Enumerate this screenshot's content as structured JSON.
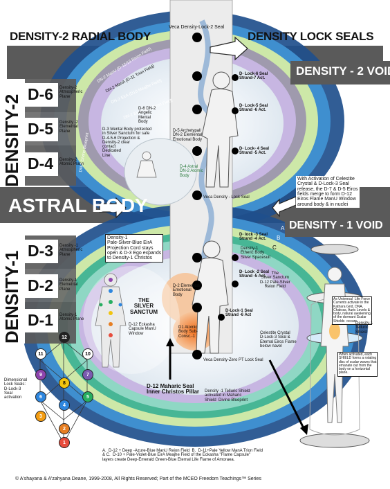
{
  "header": {
    "left_title": "DENSITY-2 RADIAL BODY",
    "right_title": "DENSITY LOCK SEALS",
    "top_seal": "Veca Density-Lock-2 Seal"
  },
  "bars": {
    "void2": "DENSITY - 2 VOID",
    "void1": "DENSITY - 1 VOID",
    "astral": "ASTRAL BODY"
  },
  "density_labels": {
    "d2_vertical": "DENSITY-2",
    "d1_vertical": "DENSITY-1"
  },
  "rows": {
    "d6": "D-6",
    "d5": "D-5",
    "d4": "D-4",
    "d3": "D-3",
    "d2": "D-2",
    "d1": "D-1"
  },
  "planes": {
    "d6": "Density-2\nAtmospheric\nPlane",
    "d5": "Density -2\nElemental\nPlane",
    "d4": "Density-2\nAtomic Plane",
    "d3": "Density -1\nAtmospheric\nPlane",
    "d2": "Density-1\nElemental\nPlane",
    "d1": "Density-1\nAtomic Plane"
  },
  "arcs": {
    "a1": "DN-2 Divine Blueprint",
    "a2": "DN-2 ManU (D-12/13 Reion Field)",
    "a3": "DN-2 ManA (D-11 Trion Field)",
    "a4": "DN-2 EirA (D10 Meajhe Field)",
    "a5": "DN-2 Eiros (D-7 Eiron Field)"
  },
  "seals": {
    "lock6": "D- Lock-6 Seal\nStrand-7 Act.",
    "lock5": "D- Lock-5 Seal\nStrand -6 Act.",
    "lock4": "D- Lock- 4 Seal\nStrand -5 Act.",
    "lock3": "D- lock -3 Seal\nStrand -4 Act.",
    "lock2": "D- Lock -2 Seal\nStrand -5 Act.",
    "lock1": "D-Lock-1 Seal\nStrand -6 Act",
    "veca_lock": "Veca Density - Lock Seal",
    "veca_zero": "Veca Density-Zero PT Lock Seal"
  },
  "notes": {
    "angelic": "D-6 DN-2\nAngelic\nMental\nBody",
    "mental": "D-3 Mental Body protected\nin Silver Sanctum for safe\nD-4-5-6 Projection &\nDensity-2 clear\ncontact\nDedicated\nLine",
    "archetypal": "D-5 Archetypal/\nDN-2 Elemental\nEmotional Body",
    "astral_atomic": "D-4 Astral\nDN-2 Atomic\nBody",
    "celestite": "With Activation of Celestite\nCrystal & D-Lock-3 Seal\nrelease, the D-7 & D-5 Eiros\nfields merge to form D-12\nEiros Flame ManU Window\naround body & in nuclei",
    "projection": "Density-1\nPale-Silver-Blue EirA\nProjection Cord stays\nopen & D-3 Ego expands\nto Density-1 Christos",
    "etheric": "Density-1\nEtheric Body\nSilver Spacesuit",
    "sanctum_reion": "The\nSilver Sanctum\nD-12 Pale-Silver\nReion Field",
    "silver_sanctum": "THE\nSILVER\nSANCTUM",
    "eckasha": "D-12 Eckasha\nCapsule ManU\nWindow",
    "emotional": "D-2 Elemental/\nEmotional\nBody",
    "atomic": "D1 Atomic\nBody Sub-\nConsc.-1",
    "celestite2": "Celestite Crystal\nD-Lock-3 Seal &\nEternal Eiros Flame\nbelow navel",
    "maharic": "D-12 Maharic Seal\nInner Christos Pillar",
    "telluric": "Density -1 Telluric Shield\nactivated in Maharic\nShield  Divine Blueprint",
    "dimensional": "Dimensional\nLock Seals:\nD-Lock-3\nSeal\nactivation",
    "universal": "As Universal  Life Force\nCurrents activate in the\nKathara Grid, DNA,\nChakras, Auric Levels &\nbody, natural awakening\nof the dormant Scalar\nShields  occurs.",
    "telluric_shield": "Density-1\nTelluric\nShield",
    "shield_note": "When activated, each\nSHIELD forms a rotating\ndisc of scalar waves that\nemanate out from the\nbody on a horizontal\nplane."
  },
  "ring_letters": {
    "a": "A",
    "b": "B",
    "c": "C"
  },
  "legend": "A.  D-12 + Deep -Azure-Blue ManU Reion Field  B.  D-11+Pale Yellow ManA Trion Field\n& C.  D-10 + Pale-Violet-Blue EirA Meajhe Field of the Eckasha \"Flame Capsule\"\nlayers create Deep-Emerald Green-Blue Eternal Life Flame of Amoraea.",
  "footer": "© A'shayana & A'zahyana Deane, 1999-2008, All Rights Reserved; Part of the MCEO Freedom Teachings™ Series",
  "grid_numbers": [
    "12",
    "11",
    "10",
    "9",
    "8",
    "7",
    "6",
    "5",
    "4",
    "3",
    "2",
    "1"
  ],
  "colors": {
    "bar": "#5a5a5a",
    "void_outer": "#1f4f8c",
    "arc_blue": "#3f8fcf",
    "arc_violet": "#7a5ab0",
    "arc_green": "#8cc63f",
    "arc_teal": "#1aa58f"
  }
}
